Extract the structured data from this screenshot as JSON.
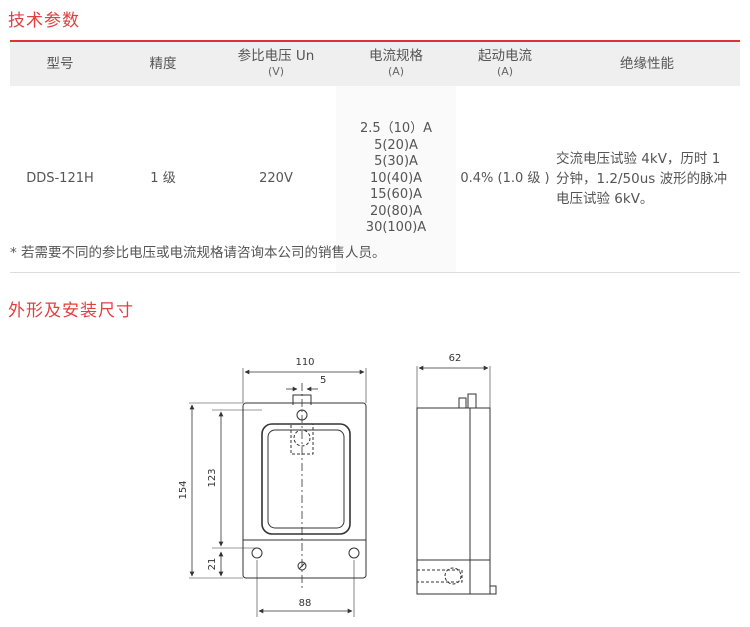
{
  "sections": {
    "specs_title": "技术参数",
    "dimensions_title": "外形及安装尺寸"
  },
  "table": {
    "headers": [
      {
        "label": "型号",
        "unit": ""
      },
      {
        "label": "精度",
        "unit": ""
      },
      {
        "label": "参比电压 Un",
        "unit": "(V)"
      },
      {
        "label": "电流规格",
        "unit": "(A)"
      },
      {
        "label": "起动电流",
        "unit": "(A)"
      },
      {
        "label": "绝缘性能",
        "unit": ""
      }
    ],
    "row": {
      "model": "DDS-121H",
      "accuracy": "1 级",
      "voltage": "220V",
      "currents": [
        "2.5（10）A",
        "5(20)A",
        "5(30)A",
        "10(40)A",
        "15(60)A",
        "20(80)A",
        "30(100)A"
      ],
      "starting_current": "0.4% (1.0 级 )",
      "insulation": "交流电压试验 4kV，历时 1 分钟，1.2/50us 波形的脉冲电压试验 6kV。"
    }
  },
  "note": "* 若需要不同的参比电压或电流规格请咨询本公司的销售人员。",
  "dimensions": {
    "width": "110",
    "hook": "5",
    "height": "154",
    "window_height": "123",
    "bottom": "21",
    "mount_spacing": "88",
    "depth": "62"
  },
  "colors": {
    "accent": "#e03030",
    "header_bg": "#efefef"
  }
}
